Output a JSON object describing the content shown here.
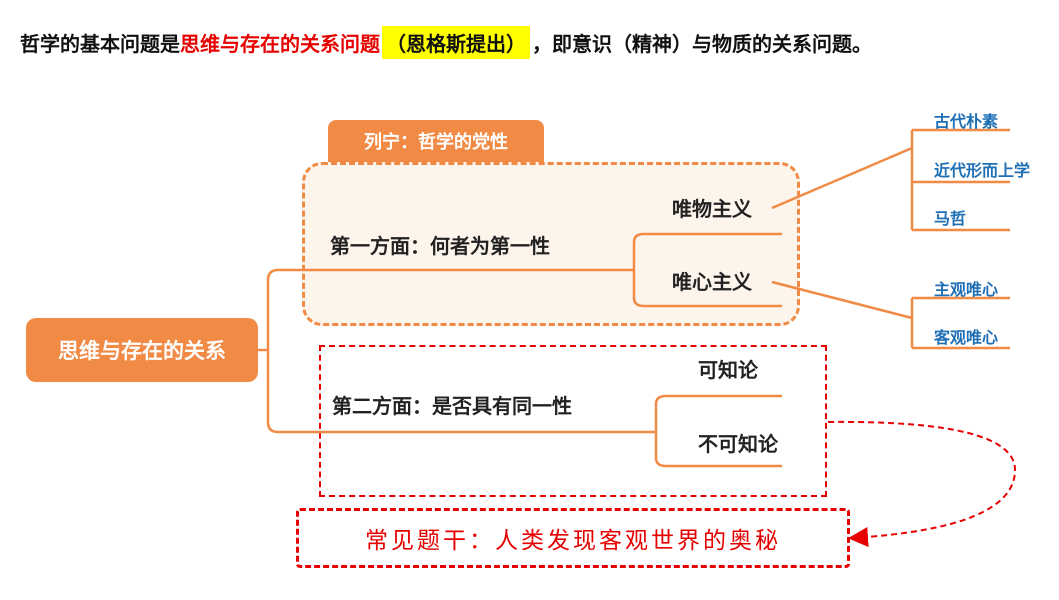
{
  "heading": {
    "part1": "哲学的基本问题是",
    "part2": "思维与存在的关系问题",
    "part3": "（恩格斯提出）",
    "part4": "，即意识（精神）与物质的关系问题。"
  },
  "root": {
    "label": "思维与存在的关系"
  },
  "aspect1": {
    "tab": "列宁：哲学的党性",
    "label": "第一方面：何者为第一性",
    "materialism": {
      "label": "唯物主义",
      "children": [
        "古代朴素",
        "近代形而上学",
        "马哲"
      ]
    },
    "idealism": {
      "label": "唯心主义",
      "children": [
        "主观唯心",
        "客观唯心"
      ]
    }
  },
  "aspect2": {
    "label": "第二方面：是否具有同一性",
    "knowable": "可知论",
    "unknowable": "不可知论"
  },
  "callout": {
    "text": "常见题干：人类发现客观世界的奥秘"
  },
  "colors": {
    "accent": "#f08a45",
    "red": "#e60000",
    "leaf": "#1f6fb5"
  }
}
